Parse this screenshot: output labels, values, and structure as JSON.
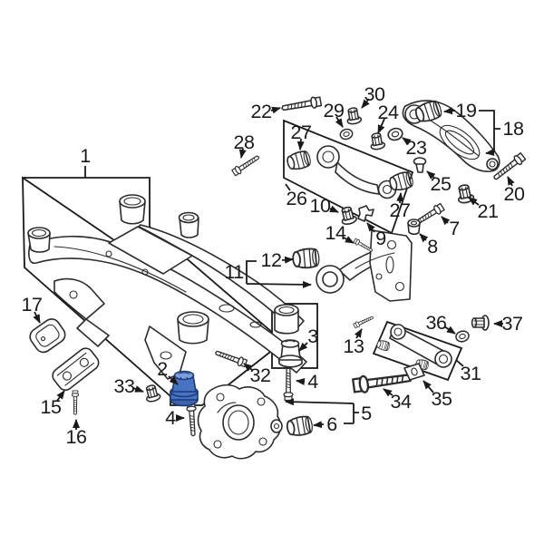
{
  "diagram": {
    "kind": "exploded-parts-diagram",
    "subject": "rear suspension subframe and control arms parts diagram",
    "background_color": "#ffffff",
    "line_color": "#2b2b2b",
    "highlight": {
      "highlighted_callout": "2",
      "body_fill": "#4873c2",
      "top_fill": "#7c9fd9",
      "base_fill": "#3d63ad",
      "stroke": "#1c3a75"
    },
    "callouts": {
      "c1": {
        "label": "1"
      },
      "c2": {
        "label": "2"
      },
      "c3": {
        "label": "3"
      },
      "c4a": {
        "label": "4"
      },
      "c4b": {
        "label": "4"
      },
      "c5": {
        "label": "5"
      },
      "c6": {
        "label": "6"
      },
      "c7": {
        "label": "7"
      },
      "c8": {
        "label": "8"
      },
      "c9": {
        "label": "9"
      },
      "c10": {
        "label": "10"
      },
      "c11": {
        "label": "11"
      },
      "c12": {
        "label": "12"
      },
      "c13": {
        "label": "13"
      },
      "c14": {
        "label": "14"
      },
      "c15": {
        "label": "15"
      },
      "c16": {
        "label": "16"
      },
      "c17": {
        "label": "17"
      },
      "c18": {
        "label": "18"
      },
      "c19": {
        "label": "19"
      },
      "c20": {
        "label": "20"
      },
      "c21": {
        "label": "21"
      },
      "c22": {
        "label": "22"
      },
      "c23": {
        "label": "23"
      },
      "c24": {
        "label": "24"
      },
      "c25": {
        "label": "25"
      },
      "c26": {
        "label": "26"
      },
      "c27a": {
        "label": "27"
      },
      "c27b": {
        "label": "27"
      },
      "c28": {
        "label": "28"
      },
      "c29": {
        "label": "29"
      },
      "c30": {
        "label": "30"
      },
      "c31": {
        "label": "31"
      },
      "c32": {
        "label": "32"
      },
      "c33": {
        "label": "33"
      },
      "c34": {
        "label": "34"
      },
      "c35": {
        "label": "35"
      },
      "c36": {
        "label": "36"
      },
      "c37": {
        "label": "37"
      }
    }
  }
}
